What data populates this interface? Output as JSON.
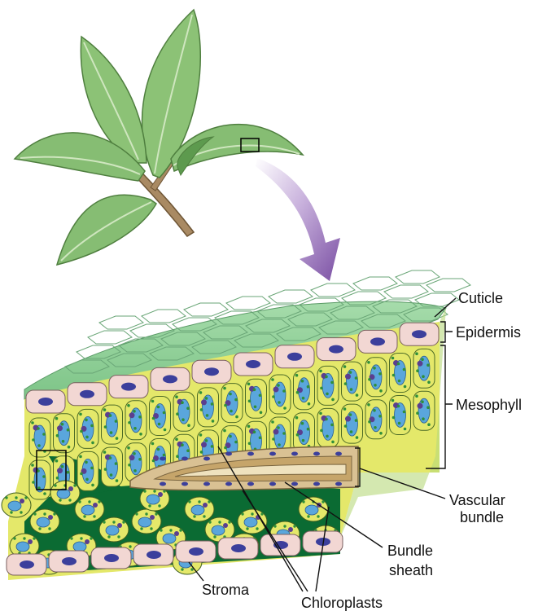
{
  "labels": {
    "cuticle": "Cuticle",
    "epidermis": "Epidermis",
    "mesophyll": "Mesophyll",
    "vascular_bundle": [
      "Vascular",
      "bundle"
    ],
    "bundle_sheath": [
      "Bundle",
      "sheath"
    ],
    "stroma": "Stroma",
    "chloroplasts": "Chloroplasts"
  },
  "colors": {
    "leaf": "#86bd73",
    "leaf_dark": "#5d9a4e",
    "stem": "#a98a63",
    "arrow": "#8a5fae",
    "cuticle_top": "#8fcf95",
    "epidermis": "#f2d7d3",
    "mesophyll": "#e4e86a",
    "spongy_gap": "#0b6b33",
    "nucleus": "#3c3f9c",
    "vacuole": "#5aa6dc",
    "chloroplast": "#2f8f3a",
    "bundle": "#d9c193"
  }
}
